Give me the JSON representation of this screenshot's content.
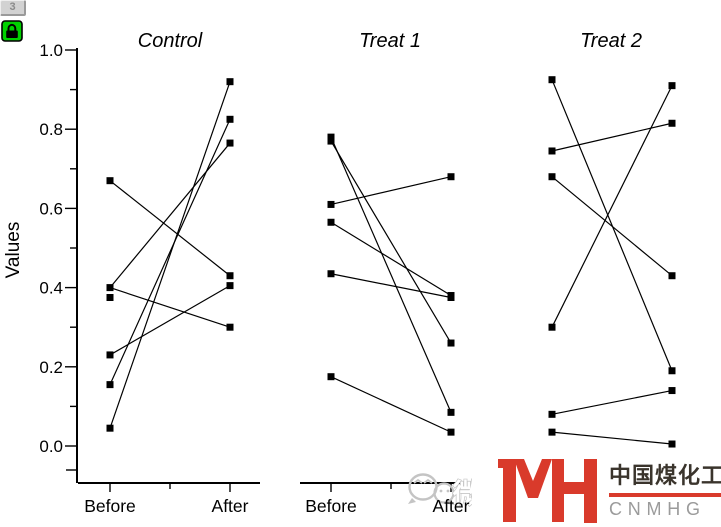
{
  "window": {
    "badge": "3"
  },
  "watermark": {
    "wechat_label": "微信",
    "brand_cn": "中国煤化工",
    "brand_en": "CNMHG",
    "brand_red": "#d93a2b",
    "wechat_gray": "#c4c4c4",
    "cn_text_color": "#3a342c",
    "en_text_color": "#9b9b9b"
  },
  "chart_data": {
    "type": "line",
    "subtype": "paired-before-after",
    "title": "",
    "ylabel": "Values",
    "ylim": [
      0.0,
      1.0
    ],
    "yticks_major": [
      0.0,
      0.2,
      0.4,
      0.6,
      0.8,
      1.0
    ],
    "ytick_labels": [
      "0.0",
      "0.2",
      "0.4",
      "0.6",
      "0.8",
      "1.0"
    ],
    "yticks_minor": [
      0.1,
      0.3,
      0.5,
      0.7,
      0.9
    ],
    "categories": [
      "Before",
      "After"
    ],
    "grid": "off",
    "legend": "none",
    "marker": {
      "shape": "square",
      "color": "#000000",
      "size": 7
    },
    "line_color": "#000000",
    "panels": [
      {
        "title": "Control",
        "before_points": [
          0.67,
          0.4,
          0.375,
          0.23,
          0.155,
          0.045
        ],
        "after_points": [
          0.92,
          0.825,
          0.765,
          0.43,
          0.405,
          0.3
        ],
        "lines": [
          [
            0.045,
            0.92
          ],
          [
            0.155,
            0.825
          ],
          [
            0.4,
            0.765
          ],
          [
            0.4,
            0.3
          ],
          [
            0.23,
            0.405
          ],
          [
            0.67,
            0.43
          ]
        ]
      },
      {
        "title": "Treat 1",
        "before_points": [
          0.78,
          0.77,
          0.61,
          0.565,
          0.435,
          0.175
        ],
        "after_points": [
          0.68,
          0.38,
          0.375,
          0.26,
          0.085,
          0.035
        ],
        "lines": [
          [
            0.78,
            0.085
          ],
          [
            0.77,
            0.26
          ],
          [
            0.61,
            0.68
          ],
          [
            0.565,
            0.38
          ],
          [
            0.435,
            0.375
          ],
          [
            0.175,
            0.035
          ]
        ]
      },
      {
        "title": "Treat 2",
        "before_points": [
          0.925,
          0.745,
          0.68,
          0.3,
          0.08,
          0.035
        ],
        "after_points": [
          0.91,
          0.815,
          0.43,
          0.19,
          0.14,
          0.005
        ],
        "lines": [
          [
            0.925,
            0.19
          ],
          [
            0.745,
            0.815
          ],
          [
            0.68,
            0.43
          ],
          [
            0.3,
            0.91
          ],
          [
            0.08,
            0.14
          ],
          [
            0.035,
            0.005
          ]
        ]
      }
    ]
  }
}
